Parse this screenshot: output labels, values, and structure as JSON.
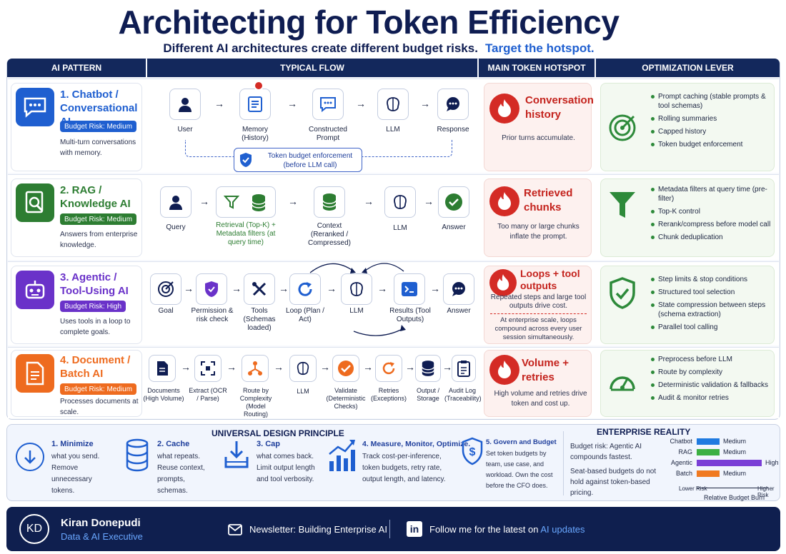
{
  "title": "Architecting for Token Efficiency",
  "subtitle": "Different AI architectures create different budget risks.",
  "subtitle_accent": "Target the hotspot.",
  "headers": [
    "AI PATTERN",
    "TYPICAL FLOW",
    "MAIN TOKEN HOTSPOT",
    "OPTIMIZATION LEVER"
  ],
  "colors": {
    "navy": "#13285c",
    "chatbot": "#1f5fd0",
    "rag": "#2d7d32",
    "agentic": "#6a32c9",
    "batch": "#ee6b1f",
    "flame": "#d42b25",
    "lever": "#2d8a3a"
  },
  "rows": [
    {
      "title": "1. Chatbot / Conversational AI",
      "risk": "Budget Risk: Medium",
      "desc": "Multi-turn conversations with memory.",
      "icon": "chat-bubble-icon",
      "flow": [
        "User",
        "Memory (History)",
        "Constructed Prompt",
        "LLM",
        "Response"
      ],
      "budget_note": "Token budget enforcement (before LLM call)",
      "hotspot_title": "Conversation history",
      "hotspot_desc": "Prior turns accumulate.",
      "lever_icon": "target-icon",
      "levers": [
        "Prompt caching (stable prompts & tool schemas)",
        "Rolling summaries",
        "Capped history",
        "Token budget enforcement"
      ]
    },
    {
      "title": "2. RAG / Knowledge AI",
      "risk": "Budget Risk: Medium",
      "desc": "Answers from enterprise knowledge.",
      "icon": "document-search-icon",
      "flow": [
        "Query",
        "Retrieval (Top-K) + Metadata filters (at query time)",
        "Context (Reranked / Compressed)",
        "LLM",
        "Answer"
      ],
      "hotspot_title": "Retrieved chunks",
      "hotspot_desc": "Too many or large chunks inflate the prompt.",
      "lever_icon": "funnel-icon",
      "levers": [
        "Metadata filters at query time (pre-filter)",
        "Top-K control",
        "Rerank/compress before model call",
        "Chunk deduplication"
      ]
    },
    {
      "title": "3. Agentic / Tool-Using AI",
      "risk": "Budget Risk: High",
      "desc": "Uses tools in a loop to complete goals.",
      "icon": "robot-icon",
      "flow": [
        "Goal",
        "Permission & risk check",
        "Tools (Schemas loaded)",
        "Loop (Plan / Act)",
        "LLM",
        "Results (Tool Outputs)",
        "Answer"
      ],
      "hotspot_title": "Loops + tool outputs",
      "hotspot_desc": "Repeated steps and large tool outputs drive cost.",
      "hotspot_note": "At enterprise scale, loops compound across every user session simultaneously.",
      "lever_icon": "shield-check-icon",
      "levers": [
        "Step limits & stop conditions",
        "Structured tool selection",
        "State compression between steps (schema extraction)",
        "Parallel tool calling"
      ]
    },
    {
      "title": "4. Document / Batch AI",
      "risk": "Budget Risk: Medium",
      "desc": "Processes documents at scale.",
      "icon": "document-icon",
      "flow": [
        "Documents (High Volume)",
        "Extract (OCR / Parse)",
        "Route by Complexity (Model Routing)",
        "LLM",
        "Validate (Deterministic Checks)",
        "Retries (Exceptions)",
        "Output / Storage",
        "Audit Log (Traceability)"
      ],
      "hotspot_title": "Volume + retries",
      "hotspot_desc": "High volume and retries drive token and cost up.",
      "lever_icon": "gauge-icon",
      "levers": [
        "Preprocess before LLM",
        "Route by complexity",
        "Deterministic validation & fallbacks",
        "Audit & monitor retries"
      ]
    }
  ],
  "principle": {
    "title": "UNIVERSAL DESIGN PRINCIPLE",
    "items": [
      {
        "title": "1. Minimize",
        "desc": "what you send. Remove unnecessary tokens."
      },
      {
        "title": "2. Cache",
        "desc": "what repeats. Reuse context, prompts, schemas."
      },
      {
        "title": "3. Cap",
        "desc": "what comes back. Limit output length and tool verbosity."
      },
      {
        "title": "4. Measure, Monitor, Optimize.",
        "desc": "Track cost-per-inference, token budgets, retry rate, output length, and latency."
      },
      {
        "title": "5. Govern and Budget",
        "desc": "Set token budgets by team, use case, and workload. Own the cost before the CFO does."
      }
    ]
  },
  "reality": {
    "title": "ENTERPRISE REALITY",
    "text1": "Budget risk: Agentic AI compounds fastest.",
    "text2": "Seat-based budgets do not hold against token-based pricing.",
    "bars": [
      {
        "label": "Chatbot",
        "value": "Medium",
        "level": 0.55,
        "color": "#1f7ae0"
      },
      {
        "label": "RAG",
        "value": "Medium",
        "level": 0.55,
        "color": "#3cb043"
      },
      {
        "label": "Agentic",
        "value": "High",
        "level": 1.0,
        "color": "#7a3fd6"
      },
      {
        "label": "Batch",
        "value": "Medium",
        "level": 0.55,
        "color": "#f07a21"
      }
    ],
    "axis_low": "Lower Risk",
    "axis_high": "Higher Risk",
    "axis_label": "Relative Budget Burn"
  },
  "footer": {
    "initials": "KD",
    "name": "Kiran Donepudi",
    "role": "Data & AI Executive",
    "newsletter": "Newsletter: Building Enterprise AI",
    "follow": "Follow me for the latest on",
    "follow_accent": "AI updates"
  }
}
